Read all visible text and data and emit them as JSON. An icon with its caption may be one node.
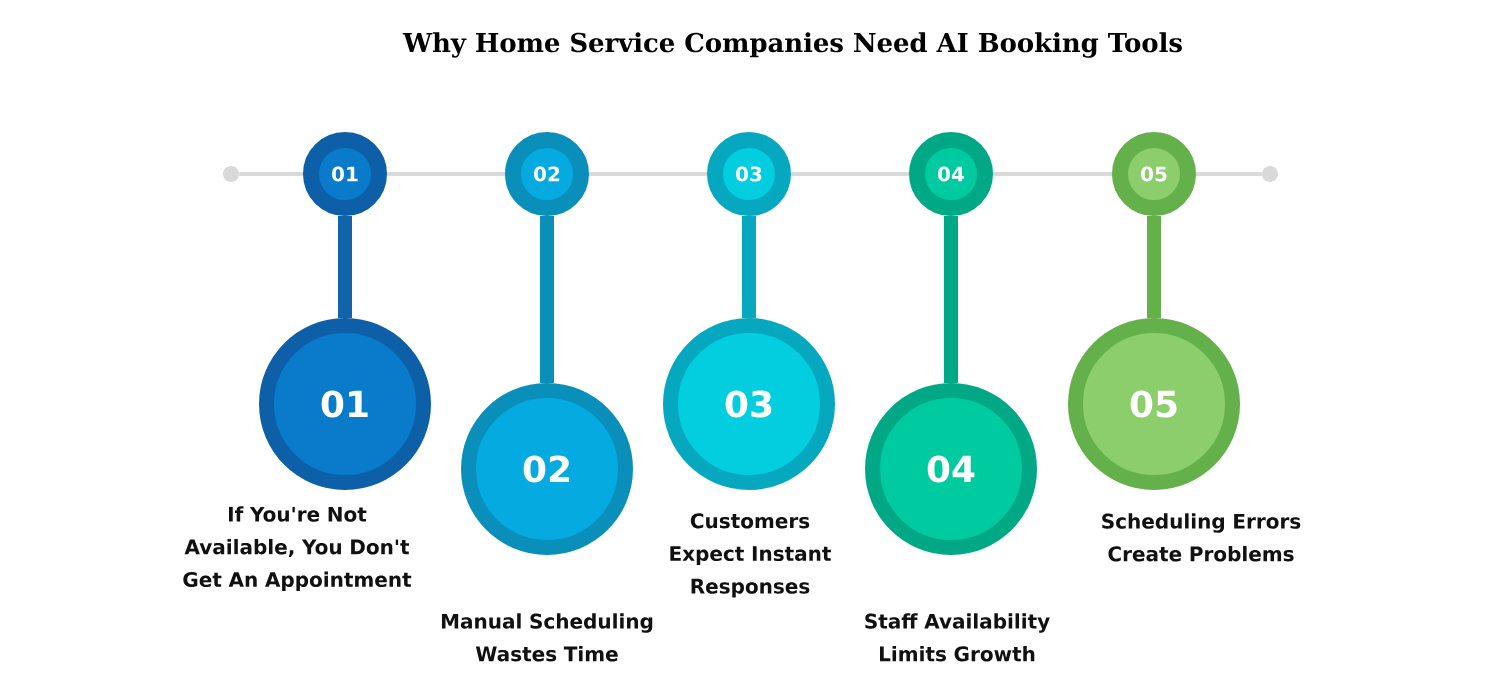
{
  "diagram": {
    "title": "Why Home Service Companies Need AI Booking Tools",
    "nodes": [
      {
        "text": [],
        "shape": "circle"
      },
      {
        "text": [
          "01"
        ]
      },
      {
        "text": [
          "02"
        ]
      },
      {
        "text": [
          "03"
        ]
      },
      {
        "text": [
          "04"
        ]
      },
      {
        "text": [
          "05"
        ]
      },
      {
        "text": [],
        "shape": "circle"
      },
      {
        "text": [
          "01"
        ],
        "beside": [
          "If You're Not Available, You Don't Get An Appointment"
        ]
      },
      {
        "text": [
          "02"
        ],
        "beside": [
          "Manual Scheduling Wastes Time"
        ]
      },
      {
        "text": [
          "03"
        ],
        "beside": [
          "Customers Expect Instant Responses"
        ]
      },
      {
        "text": [
          "04"
        ],
        "beside": [
          "Staff Availability Limits Growth"
        ]
      },
      {
        "text": [
          "05"
        ],
        "beside": [
          "Scheduling Errors Create Problems"
        ]
      }
    ],
    "edges": [
      {
        "from": 0,
        "to": 1,
        "arrow": "none"
      },
      {
        "from": 1,
        "to": 2,
        "arrow": "none"
      },
      {
        "from": 2,
        "to": 3,
        "arrow": "none"
      },
      {
        "from": 3,
        "to": 4,
        "arrow": "none"
      },
      {
        "from": 4,
        "to": 5,
        "arrow": "none"
      },
      {
        "from": 5,
        "to": 6,
        "arrow": "none"
      },
      {
        "from": 1,
        "to": 7,
        "arrow": "none",
        "style": "thick",
        "color": "#1264aa"
      },
      {
        "from": 2,
        "to": 8,
        "arrow": "none",
        "style": "thick",
        "color": "#0a8fba"
      },
      {
        "from": 3,
        "to": 9,
        "arrow": "none",
        "style": "thick",
        "color": "#05a8bf"
      },
      {
        "from": 4,
        "to": 10,
        "arrow": "none",
        "style": "thick",
        "color": "#00a886"
      },
      {
        "from": 5,
        "to": 11,
        "arrow": "none",
        "style": "thick",
        "color": "#64b04b"
      }
    ]
  }
}
